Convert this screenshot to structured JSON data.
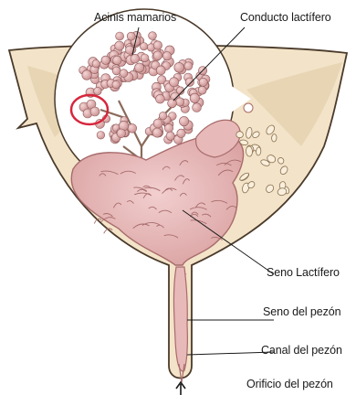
{
  "labels": {
    "acinis": "Acinis mamarios",
    "conducto": "Conducto lactífero",
    "seno_lactifero": "Seno Lactífero",
    "seno_pezon": "Seno del pezón",
    "canal_pezon": "Canal del pezón",
    "orificio_pezon": "Orificio del pezón"
  },
  "colors": {
    "udder_fill": "#f3e3c8",
    "udder_shade": "#d9c4a0",
    "gland_fill": "#e8b9b9",
    "gland_line": "#a86b6b",
    "acini_fill": "#d9a3a3",
    "highlight_ring": "#d7263d",
    "outline": "#4a3a2a"
  }
}
